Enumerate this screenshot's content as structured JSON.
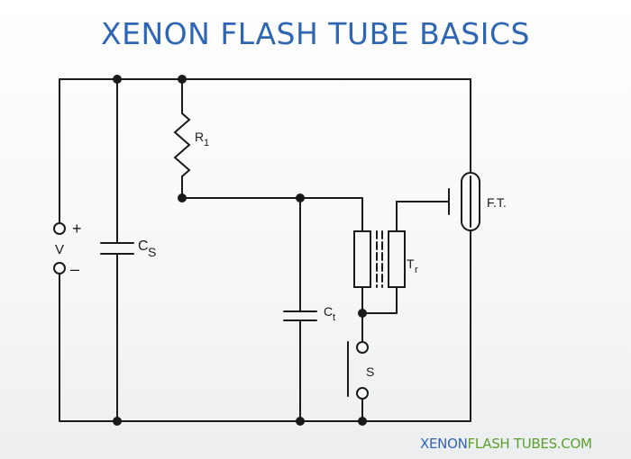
{
  "title": "XENON FLASH TUBE BASICS",
  "diagram": {
    "labels": {
      "plus": "+",
      "minus": "–",
      "voltage": "V",
      "cs_main": "C",
      "cs_sub": "S",
      "r1_main": "R",
      "r1_sub": "1",
      "ct_main": "C",
      "ct_sub": "t",
      "tr_main": "T",
      "tr_sub": "r",
      "switch": "S",
      "flash_tube": "F.T."
    }
  },
  "footer": {
    "part1": "XENON",
    "part2": "FLASH TUBES.COM"
  },
  "colors": {
    "title": "#2f66b4",
    "footer_xenon": "#2f66b4",
    "footer_rest": "#5aa02c",
    "wire": "#1a1a1a"
  }
}
